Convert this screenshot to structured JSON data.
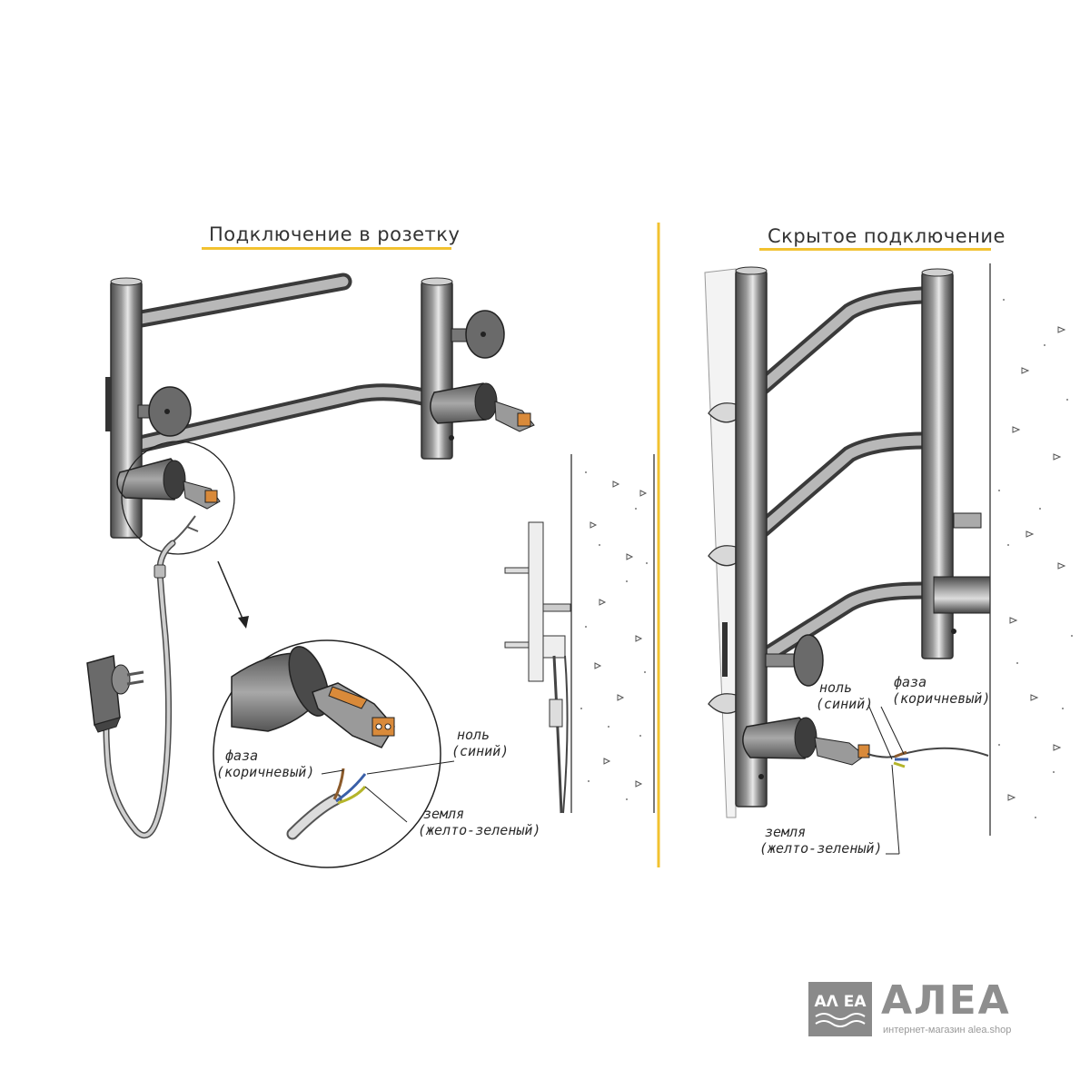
{
  "left_panel": {
    "title": "Подключение в розетку",
    "labels": {
      "phase": "фаза",
      "phase_color": "(коричневый)",
      "neutral": "ноль",
      "neutral_color": "(синий)",
      "ground": "земля",
      "ground_color": "(желто-зеленый)"
    }
  },
  "right_panel": {
    "title": "Скрытое подключение",
    "labels": {
      "neutral": "ноль",
      "neutral_color": "(синий)",
      "phase": "фаза",
      "phase_color": "(коричневый)",
      "ground": "земля",
      "ground_color": "(желто-зеленый)"
    }
  },
  "logo": {
    "name": "АЛЕА",
    "subtitle": "интернет-магазин alea.shop",
    "mark_text": "AΛ EA"
  },
  "colors": {
    "accent": "#f2c230",
    "metal": "#6f6f6f",
    "wire_brown": "#8b5a2b",
    "wire_blue": "#3a5fa8",
    "wire_ground": "#b5b52a",
    "terminal_orange": "#d98a3a"
  }
}
